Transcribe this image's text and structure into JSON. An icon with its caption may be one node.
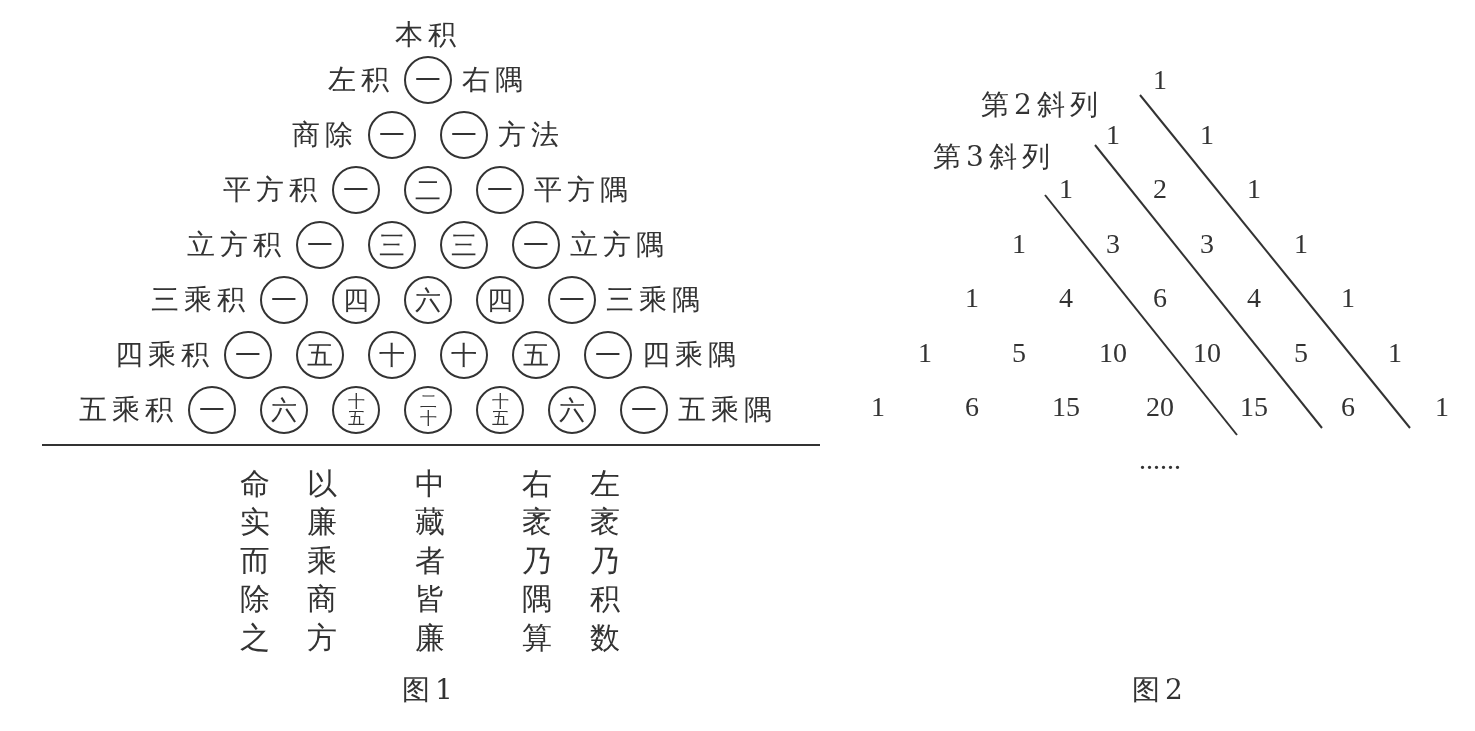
{
  "diagram": {
    "nodes": [
      {
        "text": [
          "一"
        ]
      },
      {
        "text": [
          "一"
        ]
      },
      {
        "text": [
          "一"
        ]
      },
      {
        "text": [
          "一"
        ]
      },
      {
        "text": [
          "二"
        ]
      },
      {
        "text": [
          "一"
        ]
      },
      {
        "text": [
          "一"
        ]
      },
      {
        "text": [
          "三"
        ]
      },
      {
        "text": [
          "三"
        ]
      },
      {
        "text": [
          "一"
        ]
      },
      {
        "text": [
          "一"
        ]
      },
      {
        "text": [
          "四"
        ]
      },
      {
        "text": [
          "六"
        ]
      },
      {
        "text": [
          "四"
        ]
      },
      {
        "text": [
          "一"
        ]
      },
      {
        "text": [
          "一"
        ]
      },
      {
        "text": [
          "五"
        ]
      },
      {
        "text": [
          "十"
        ]
      },
      {
        "text": [
          "十"
        ]
      },
      {
        "text": [
          "五"
        ]
      },
      {
        "text": [
          "一"
        ]
      },
      {
        "text": [
          "一"
        ]
      },
      {
        "text": [
          "六"
        ]
      },
      {
        "text": [
          "十五"
        ]
      },
      {
        "text": [
          "二十"
        ]
      },
      {
        "text": [
          "十五"
        ]
      },
      {
        "text": [
          "六"
        ]
      },
      {
        "text": [
          "一"
        ]
      }
    ],
    "labels": [
      "本积",
      "左积",
      "右隅",
      "商除",
      "方法",
      "平方积",
      "平方隅",
      "立方积",
      "立方隅",
      "三乘积",
      "三乘隅",
      "四乘积",
      "四乘隅",
      "五乘积",
      "五乘隅",
      "命实而除之",
      "以廉乘商方",
      "中藏者皆廉",
      "右袤乃隅算",
      "左袤乃积数",
      "图1",
      "1",
      "第2斜列",
      "1",
      "1",
      "第3斜列",
      "1",
      "2",
      "1",
      "1",
      "3",
      "3",
      "1",
      "1",
      "4",
      "6",
      "4",
      "1",
      "1",
      "5",
      "10",
      "10",
      "5",
      "1",
      "1",
      "6",
      "15",
      "20",
      "15",
      "6",
      "1",
      "......",
      "图2"
    ]
  }
}
